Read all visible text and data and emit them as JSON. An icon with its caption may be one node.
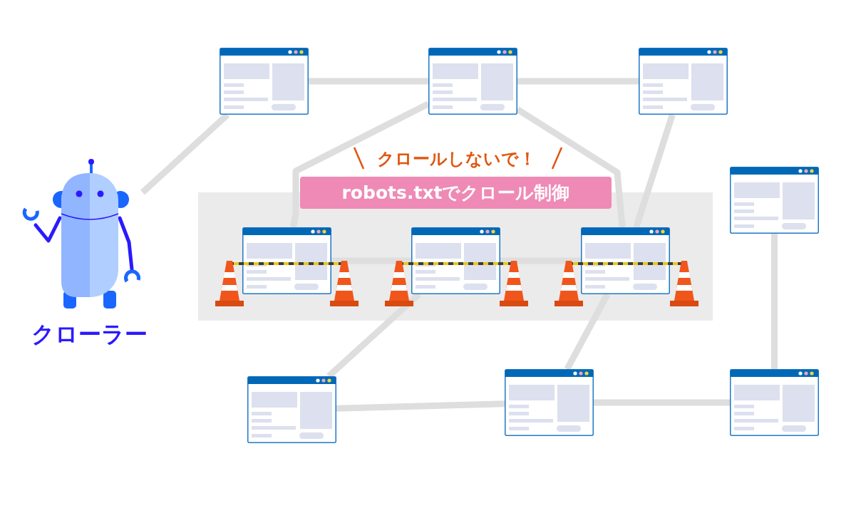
{
  "diagram": {
    "nodes": [
      {
        "text": [
          "クローラー"
        ]
      },
      {
        "text": [],
        "shape": "picture"
      },
      {
        "text": [],
        "shape": "picture"
      },
      {
        "text": [],
        "shape": "picture"
      },
      {
        "text": [],
        "shape": "picture"
      },
      {
        "text": [
          "robots.txtでクロール制御"
        ]
      },
      {
        "text": [],
        "shape": "box"
      },
      {
        "text": [],
        "shape": "picture",
        "in": 6
      },
      {
        "text": [],
        "shape": "picture",
        "in": 6
      },
      {
        "text": [],
        "shape": "picture",
        "in": 6
      },
      {
        "text": [],
        "shape": "picture"
      },
      {
        "text": [],
        "shape": "picture"
      },
      {
        "text": [],
        "shape": "picture"
      }
    ],
    "edges": [
      {
        "from": 0,
        "to": 1,
        "arrow": "none"
      },
      {
        "from": 1,
        "to": 2,
        "arrow": "none"
      },
      {
        "from": 2,
        "to": 3,
        "arrow": "none"
      },
      {
        "from": 2,
        "to": 7,
        "arrow": "none"
      },
      {
        "from": 2,
        "to": 9,
        "arrow": "none"
      },
      {
        "from": 3,
        "to": 9,
        "arrow": "none"
      },
      {
        "from": 7,
        "to": 8,
        "arrow": "none"
      },
      {
        "from": 8,
        "to": 9,
        "arrow": "none"
      },
      {
        "from": 8,
        "to": 10,
        "arrow": "none"
      },
      {
        "from": 9,
        "to": 11,
        "arrow": "none"
      },
      {
        "from": 10,
        "to": 11,
        "arrow": "none"
      },
      {
        "from": 11,
        "to": 12,
        "arrow": "none"
      },
      {
        "from": 4,
        "to": 12,
        "arrow": "none"
      }
    ],
    "labels": [
      "クロールしないで！"
    ]
  }
}
